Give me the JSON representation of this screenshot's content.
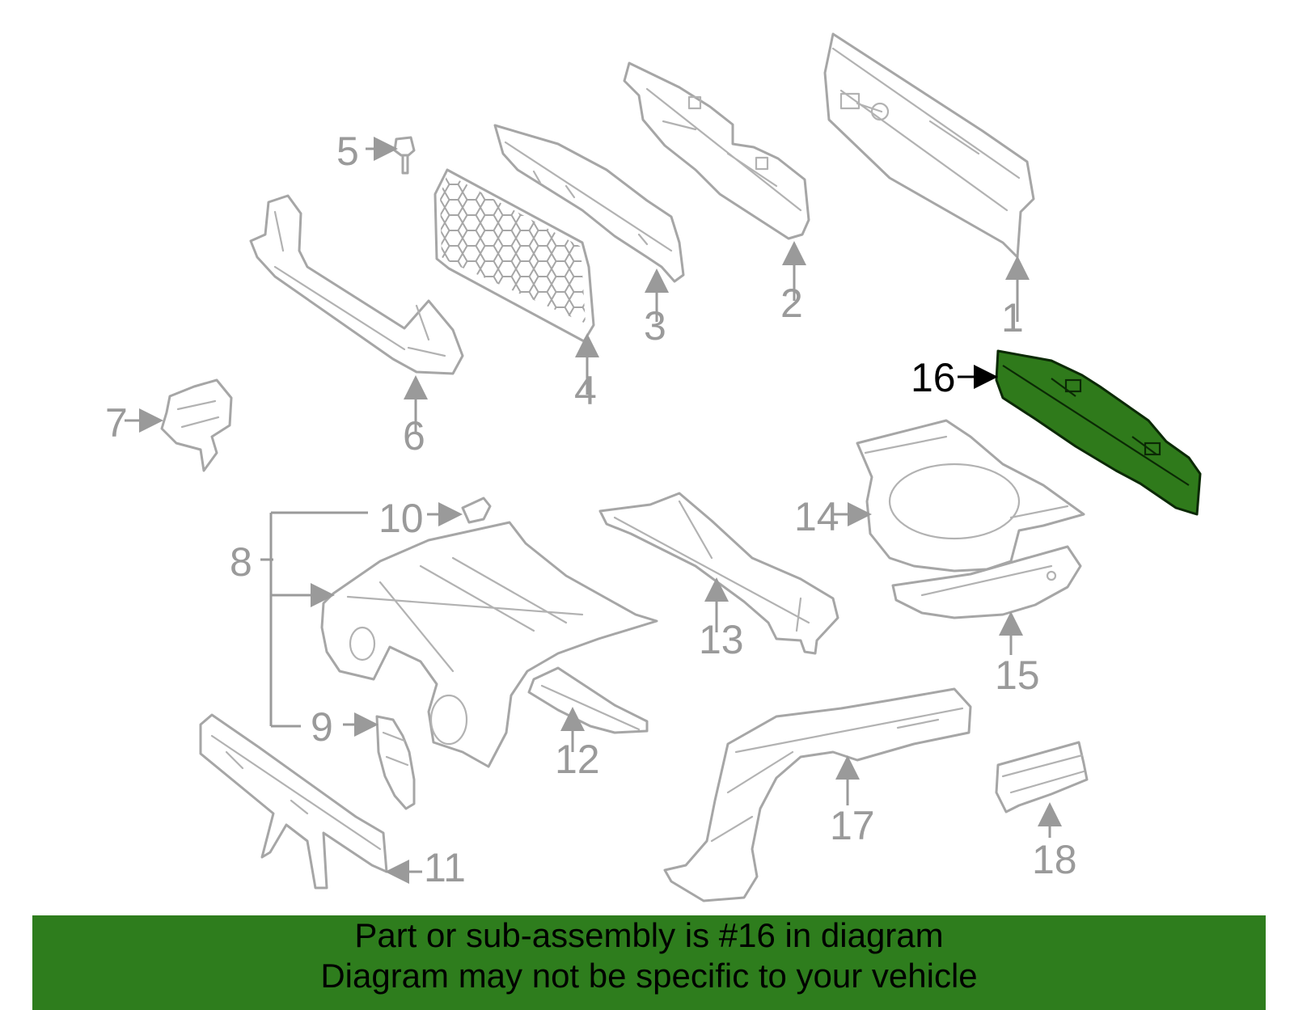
{
  "callouts": {
    "c1": "1",
    "c2": "2",
    "c3": "3",
    "c4": "4",
    "c5": "5",
    "c6": "6",
    "c7": "7",
    "c8": "8",
    "c9": "9",
    "c10": "10",
    "c11": "11",
    "c12": "12",
    "c13": "13",
    "c14": "14",
    "c15": "15",
    "c16": "16",
    "c17": "17",
    "c18": "18"
  },
  "highlighted_part": "16",
  "banner": {
    "line1": "Part or sub-assembly is #16 in diagram",
    "line2": "Diagram may not be specific to your vehicle"
  },
  "colors": {
    "highlight": "#2f7a1b",
    "banner": "#2e7d1d",
    "outline": "#a6a6a6"
  }
}
